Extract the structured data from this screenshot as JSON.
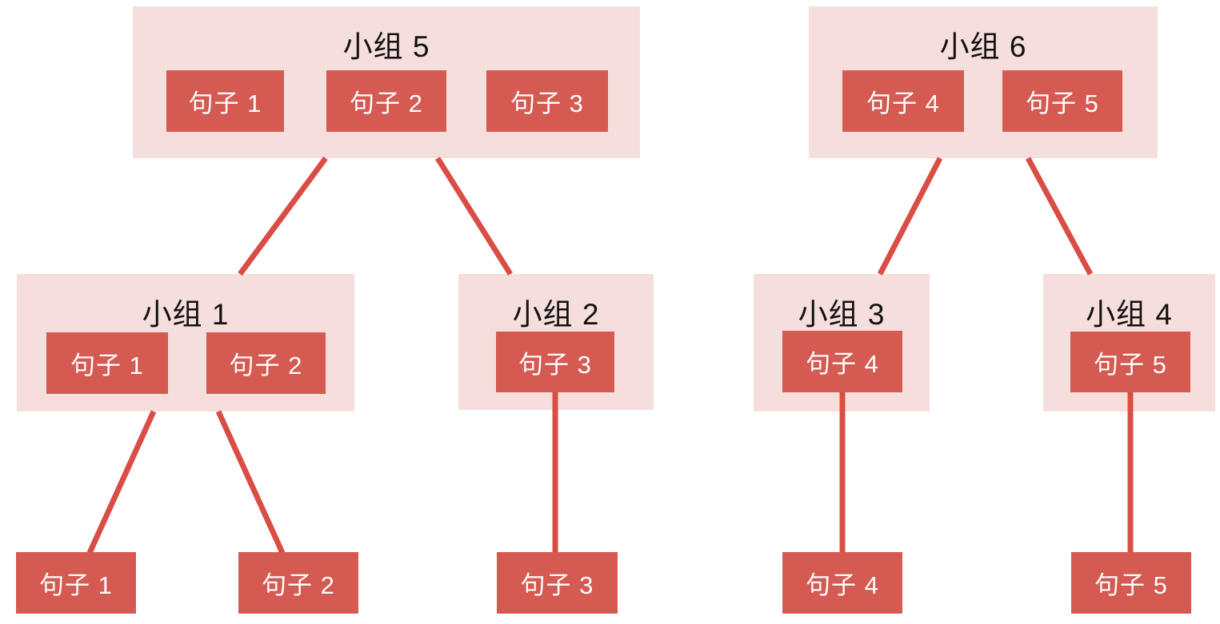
{
  "diagram": {
    "type": "hierarchical-clustering-tree",
    "groups": [
      {
        "id": "group-5",
        "title": "小组 5",
        "sentences": [
          "句子 1",
          "句子 2",
          "句子 3"
        ]
      },
      {
        "id": "group-6",
        "title": "小组 6",
        "sentences": [
          "句子 4",
          "句子 5"
        ]
      },
      {
        "id": "group-1",
        "title": "小组 1",
        "sentences": [
          "句子 1",
          "句子 2"
        ]
      },
      {
        "id": "group-2",
        "title": "小组 2",
        "sentences": [
          "句子 3"
        ]
      },
      {
        "id": "group-3",
        "title": "小组 3",
        "sentences": [
          "句子 4"
        ]
      },
      {
        "id": "group-4",
        "title": "小组 4",
        "sentences": [
          "句子 5"
        ]
      }
    ],
    "leaves": [
      "句子 1",
      "句子 2",
      "句子 3",
      "句子 4",
      "句子 5"
    ],
    "edges": [
      {
        "from": "小组 5",
        "to": "小组 1"
      },
      {
        "from": "小组 5",
        "to": "小组 2"
      },
      {
        "from": "小组 6",
        "to": "小组 3"
      },
      {
        "from": "小组 6",
        "to": "小组 4"
      },
      {
        "from": "小组 1",
        "to": "句子 1"
      },
      {
        "from": "小组 1",
        "to": "句子 2"
      },
      {
        "from": "小组 2",
        "to": "句子 3"
      },
      {
        "from": "小组 3",
        "to": "句子 4"
      },
      {
        "from": "小组 4",
        "to": "句子 5"
      }
    ],
    "colors": {
      "group_fill": "#f6dedd",
      "sentence_fill": "#d45a52",
      "sentence_text": "#ffffff",
      "title_text": "#111111",
      "edge_line": "#d94d44",
      "background": "#ffffff"
    }
  }
}
